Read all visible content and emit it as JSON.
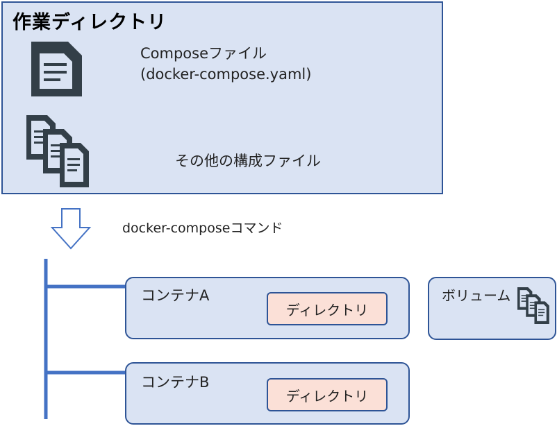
{
  "work_directory": {
    "title": "作業ディレクトリ",
    "compose_file_line1": "Composeファイル",
    "compose_file_line2": "(docker-compose.yaml)",
    "other_files": "その他の構成ファイル"
  },
  "command_label": "docker-composeコマンド",
  "containers": [
    {
      "label": "コンテナA",
      "directory": "ディレクトリ"
    },
    {
      "label": "コンテナB",
      "directory": "ディレクトリ"
    }
  ],
  "volume_label": "ボリューム",
  "colors": {
    "box_fill": "#dae3f3",
    "box_border": "#2e5496",
    "directory_fill": "#fbe0d7",
    "connector": "#4472c4",
    "icon": "#333f48"
  },
  "icons": [
    "document-icon",
    "documents-stack-icon",
    "down-arrow-icon",
    "documents-stack-icon"
  ]
}
